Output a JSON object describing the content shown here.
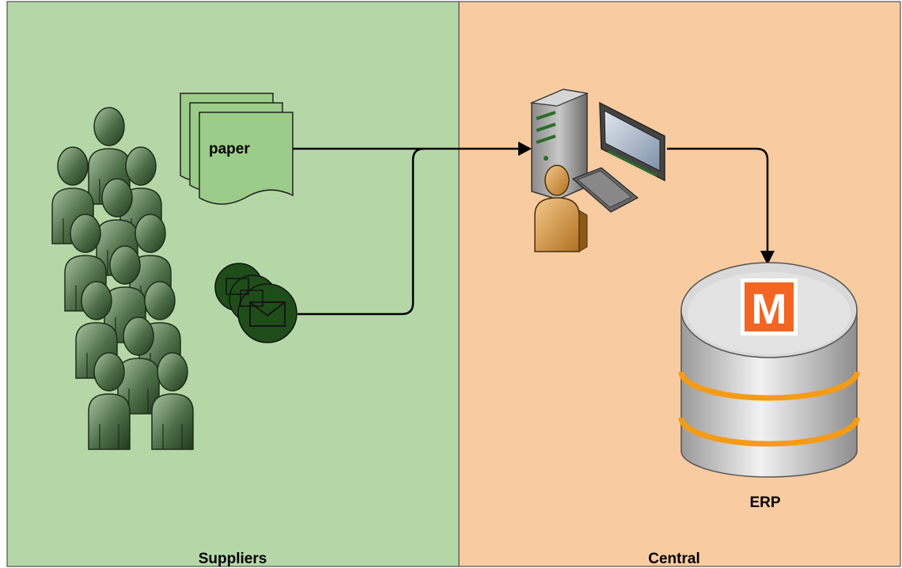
{
  "zones": {
    "left": {
      "label": "Suppliers",
      "color": "#b5d7a8"
    },
    "right": {
      "label": "Central",
      "color": "#f8cba0"
    }
  },
  "nodes": {
    "documents": {
      "label": "paper",
      "icon": "document-stack-icon",
      "color": "#9ccc89"
    },
    "emails": {
      "icon": "envelope-stack-icon",
      "color": "#1f4d1a"
    },
    "workstation": {
      "icon": "computer-operator-icon"
    },
    "database": {
      "label": "ERP",
      "icon": "database-icon",
      "badge_letter": "M",
      "badge_color": "#f26522",
      "ring_color": "#f59b16"
    }
  },
  "edges": [
    {
      "from": "documents",
      "to": "workstation"
    },
    {
      "from": "emails",
      "to": "workstation"
    },
    {
      "from": "workstation",
      "to": "database"
    }
  ]
}
